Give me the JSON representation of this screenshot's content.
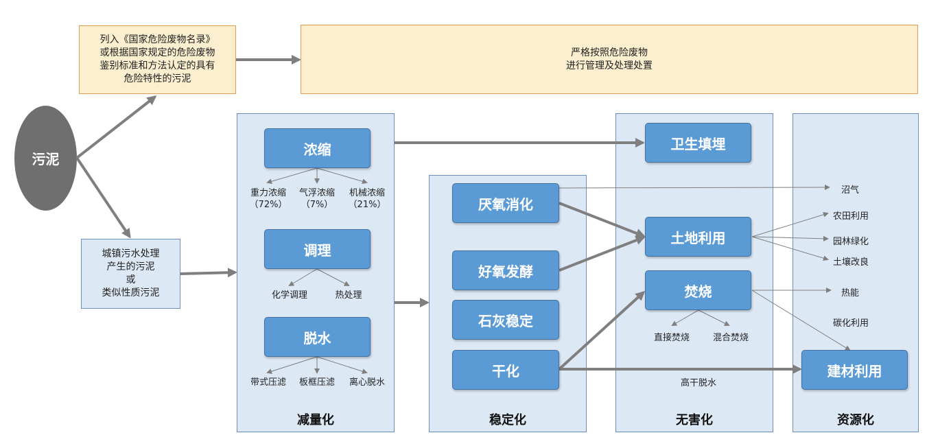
{
  "sludge": "污泥",
  "hazard": {
    "criteria": "列入《国家危险废物名录》\n或根据国家规定的危险废物\n鉴别标准和方法认定的具有\n危险特性的污泥",
    "treatment": "严格按照危险废物\n进行管理及处理处置"
  },
  "source": "城镇污水处理\n产生的污泥\n或\n类似性质污泥",
  "stages": {
    "reduction": "减量化",
    "stabilization": "稳定化",
    "harmless": "无害化",
    "resource": "资源化"
  },
  "reduction": {
    "thickening": "浓缩",
    "thickening_methods": [
      "重力浓缩\n（72%）",
      "气浮浓缩\n（7%）",
      "机械浓缩\n（21%）"
    ],
    "conditioning": "调理",
    "conditioning_methods": [
      "化学调理",
      "热处理"
    ],
    "dewatering": "脱水",
    "dewatering_methods": [
      "带式压滤",
      "板框压滤",
      "离心脱水"
    ]
  },
  "stabilization": {
    "anaerobic": "厌氧消化",
    "aerobic": "好氧发酵",
    "lime": "石灰稳定",
    "drying": "干化"
  },
  "harmless": {
    "landfill": "卫生填埋",
    "land_use": "土地利用",
    "incineration": "焚烧",
    "incineration_methods": [
      "直接焚烧",
      "混合焚烧"
    ],
    "high_dry_dewatering": "高干脱水"
  },
  "resource": {
    "biogas": "沼气",
    "farmland": "农田利用",
    "landscaping": "园林绿化",
    "soil_improvement": "土壤改良",
    "heat_energy": "热能",
    "carbonization": "碳化利用",
    "building_materials": "建材利用"
  },
  "colors": {
    "stage_fill": "#dde8f5",
    "button_fill": "#5b9bd5",
    "hazard_fill": "#fbefcf",
    "hazard_border": "#e39a55",
    "arrow": "#7f7f7f",
    "oval": "#6f6f6f"
  }
}
